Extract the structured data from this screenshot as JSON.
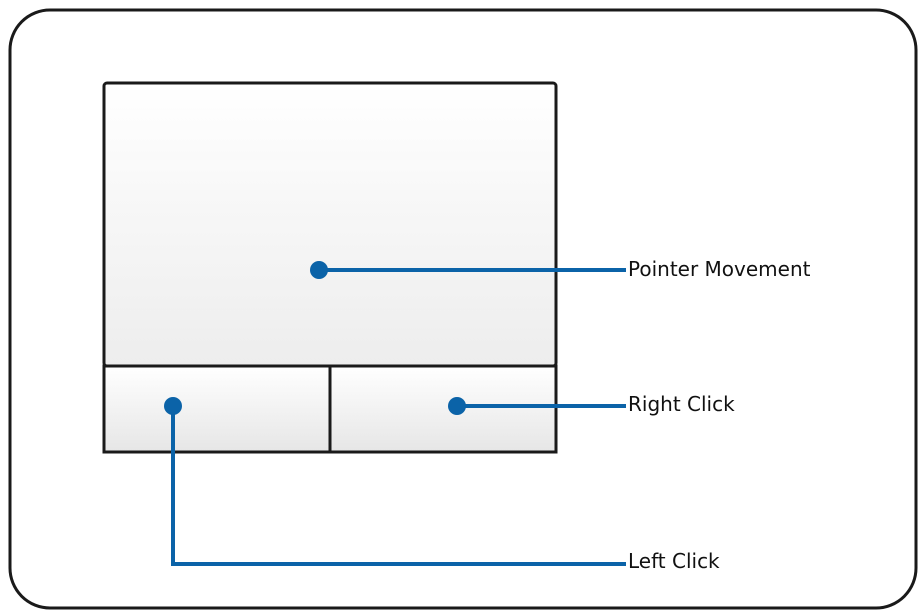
{
  "colors": {
    "frame": "#1a1a1a",
    "leader": "#0b63a8",
    "pad_top": "#ffffff",
    "pad_bottom": "#ececec"
  },
  "labels": {
    "pointer_movement": "Pointer Movement",
    "right_click": "Right Click",
    "left_click": "Left Click"
  }
}
